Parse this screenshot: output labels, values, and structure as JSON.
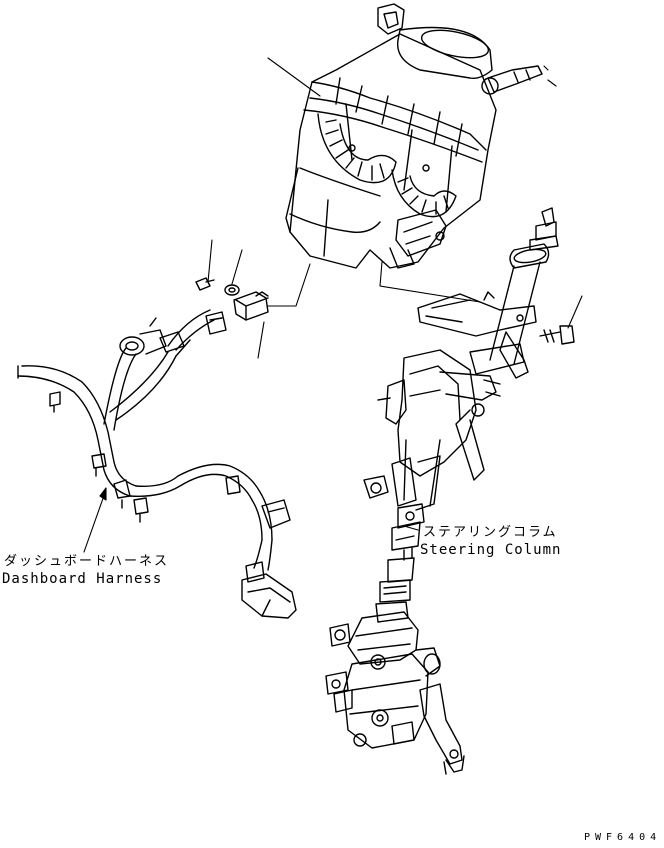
{
  "labels": {
    "dashboard_harness_jp": "ダッシュボードハーネス",
    "dashboard_harness_en": "Dashboard Harness",
    "steering_column_jp": "ステアリングコラム",
    "steering_column_en": "Steering Column",
    "drawing_code": "PWF6404"
  }
}
